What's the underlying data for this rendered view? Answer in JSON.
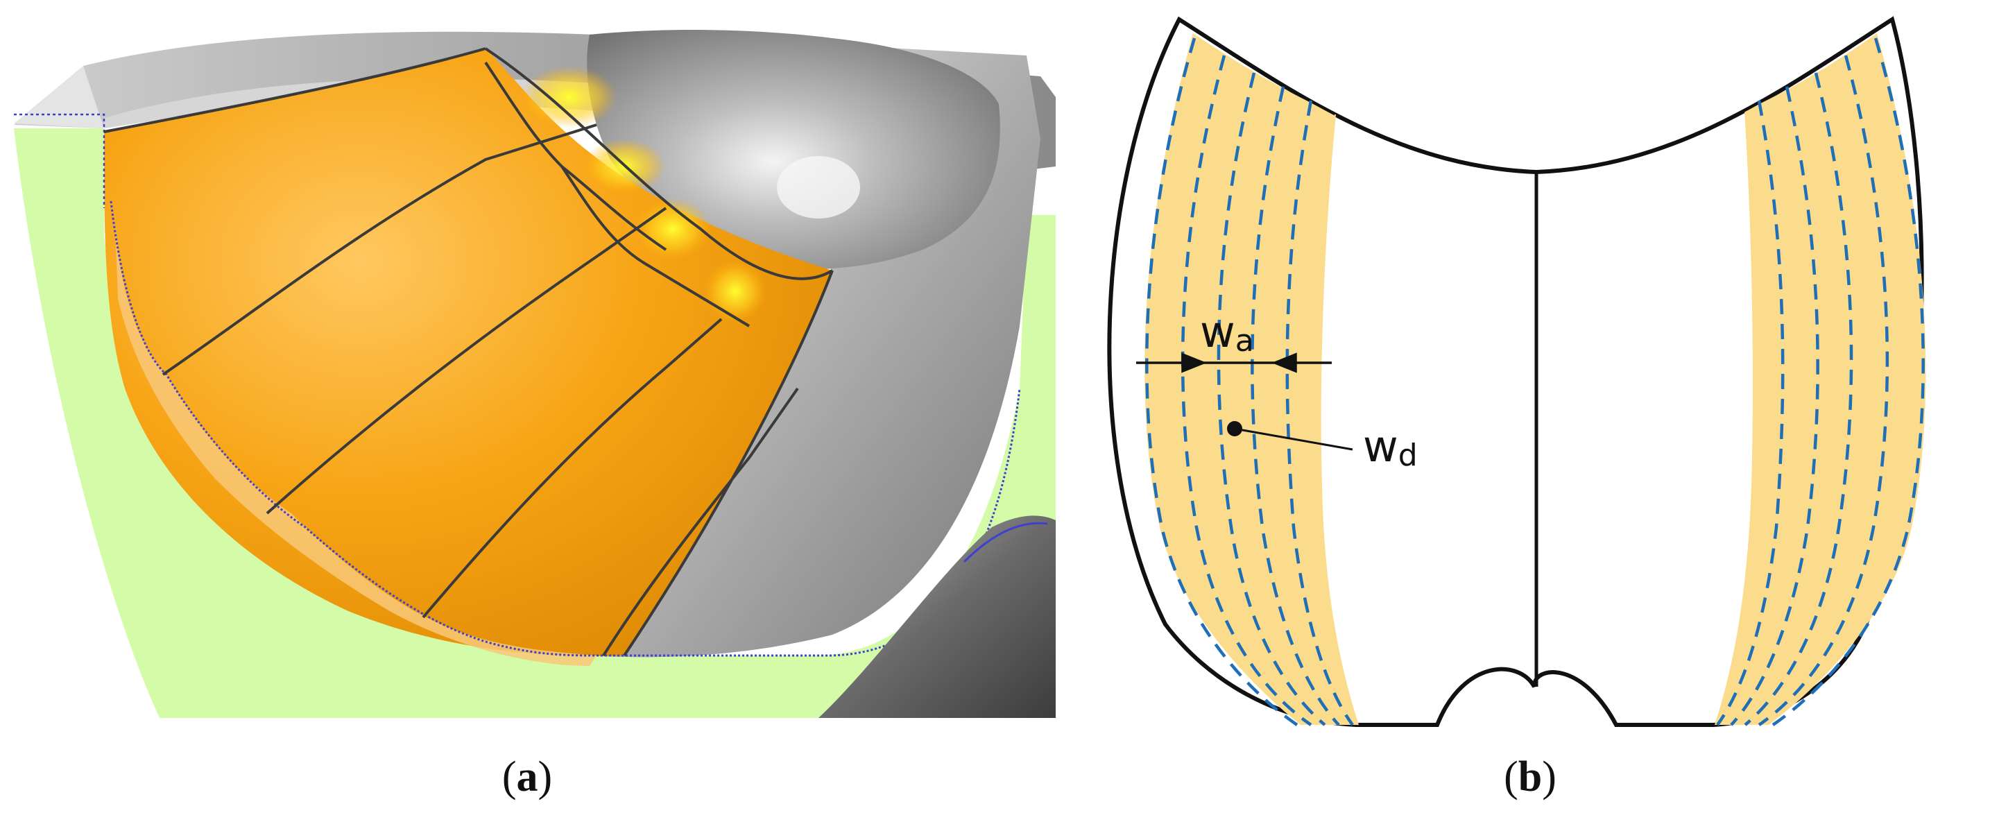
{
  "captions": {
    "a": {
      "open": "(",
      "letter": "a",
      "close": ")"
    },
    "b": {
      "open": "(",
      "letter": "b",
      "close": ")"
    }
  },
  "labels": {
    "wa_main": "w",
    "wa_sub": "a",
    "wd_main": "w",
    "wd_sub": "d"
  },
  "colors": {
    "background_green": "#d4fca8",
    "orange": "#f5a012",
    "highlight": "#ffee20",
    "gray": "#9a9a9a",
    "light_gray": "#dedede",
    "band_fill": "#fbdc8c",
    "dash_blue": "#1e6fb8",
    "outline": "#111111"
  }
}
